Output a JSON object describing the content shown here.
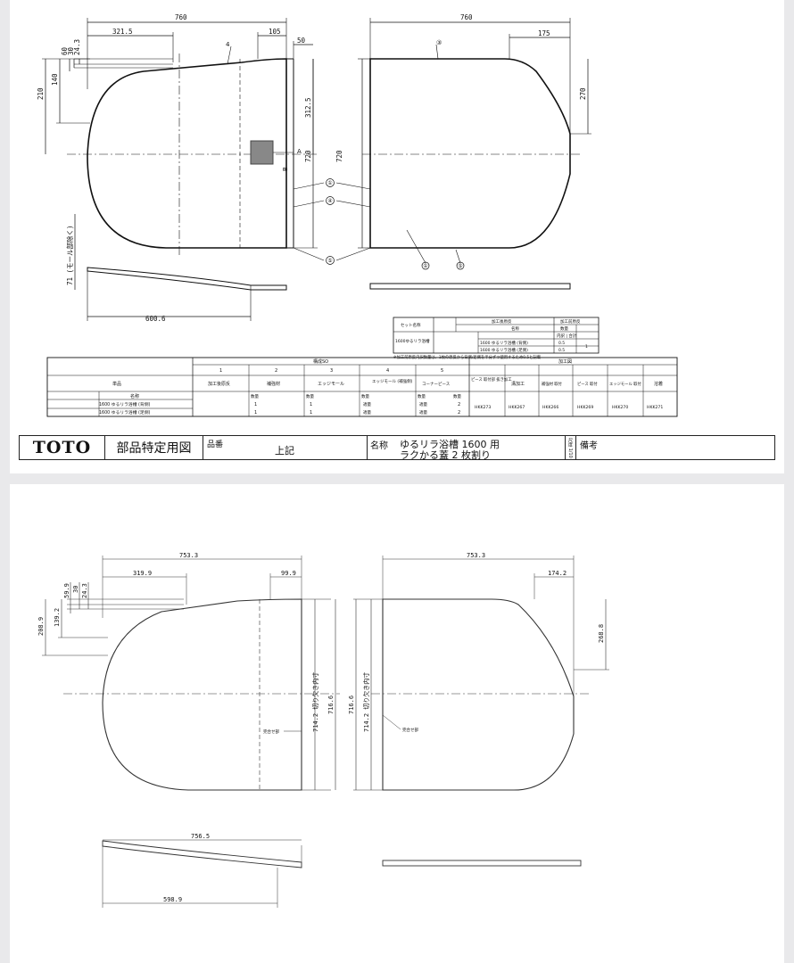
{
  "sheet1": {
    "left_dims": {
      "width": "760",
      "d1": "321.5",
      "d2": "105",
      "d3": "50",
      "h1": "210",
      "h2": "140",
      "h3": "60",
      "h4": "30",
      "h5": "24.3",
      "h6": "312.5",
      "h7": "720",
      "h8": "71 (モール部除く)",
      "h9": "600.6"
    },
    "right_dims": {
      "width": "760",
      "d1": "175",
      "h1": "270",
      "h2": "720"
    },
    "labels": {
      "a": "A",
      "b": "B",
      "part4": "4",
      "part3": "③"
    },
    "callouts": [
      "①",
      "④",
      "⑤",
      "①",
      "⑤",
      "②"
    ],
    "set_table": {
      "header_left": "セット名称",
      "header_mid": "加工後原反",
      "header_right": "加工前原反",
      "sub_name": "名称",
      "sub_qty": "数量",
      "sub_qty2": "内訳 | 合計",
      "set_name": "1600ゆるリラ浴槽",
      "rows": [
        {
          "name": "1600 ゆるリラ浴槽 (背側)",
          "qty": "0.5"
        },
        {
          "name": "1600 ゆるリラ浴槽 (足側)",
          "qty": "0.5"
        }
      ],
      "total": "1",
      "note": "※加工前原反内訳数量は、1枚の原反から背側/足側を半分ずつ使用するため0.5と記載"
    },
    "main_table": {
      "group_kosei": "構成SO",
      "group_kako": "加工図",
      "col_nums": [
        "1",
        "2",
        "3",
        "4",
        "5"
      ],
      "col_heads": [
        "加工後原反",
        "補強材",
        "エッジモール",
        "エッジモール (補強側)",
        "コーナーピース"
      ],
      "kako_heads": [
        "ピース 取付部 抜き加工",
        "溝加工",
        "補強材 取付",
        "ピース 取付",
        "エッジモール 取付",
        "溶着"
      ],
      "row_label": "単品",
      "name_label": "名称",
      "qty_label": "数量",
      "rows": [
        {
          "name": "1600 ゆるリラ浴槽 (背側)",
          "q1": "1",
          "q2": "1",
          "q3": "適量",
          "q4": "適量",
          "q5": "2"
        },
        {
          "name": "1600 ゆるリラ浴槽 (足側)",
          "q1": "1",
          "q2": "1",
          "q3": "適量",
          "q4": "適量",
          "q5": "2"
        }
      ],
      "kako_codes": [
        "HKK273",
        "HKK267",
        "HKK266",
        "HKK269",
        "HKK270",
        "HKK271"
      ]
    },
    "title_block": {
      "logo": "TOTO",
      "doc_type": "部品特定用図",
      "hinban_label": "品番",
      "hinban_value": "上記",
      "name_label": "名称",
      "name_line1": "ゆるリラ浴槽 1600 用",
      "name_line2": "ラクかる蓋 2 枚割り",
      "scale": "尺度 1/10",
      "biko_label": "備考"
    }
  },
  "sheet2": {
    "left_dims": {
      "width": "753.3",
      "d1": "319.9",
      "d2": "99.9",
      "h1": "208.9",
      "h2": "139.2",
      "h3": "59.9",
      "h4": "30",
      "h5": "24.3",
      "cut": "714.2 切り欠き内寸",
      "h6": "716.6",
      "arc": "756.5",
      "bottom": "598.9"
    },
    "right_dims": {
      "width": "753.3",
      "d1": "174.2",
      "h1": "268.8",
      "h6": "716.6",
      "cut": "714.2 切り欠き内寸"
    },
    "labels": {
      "kanryo": "完合せ部"
    }
  },
  "colors": {
    "line": "#111111",
    "hatch": "#666666",
    "page_bg": "#e9e9eb"
  }
}
